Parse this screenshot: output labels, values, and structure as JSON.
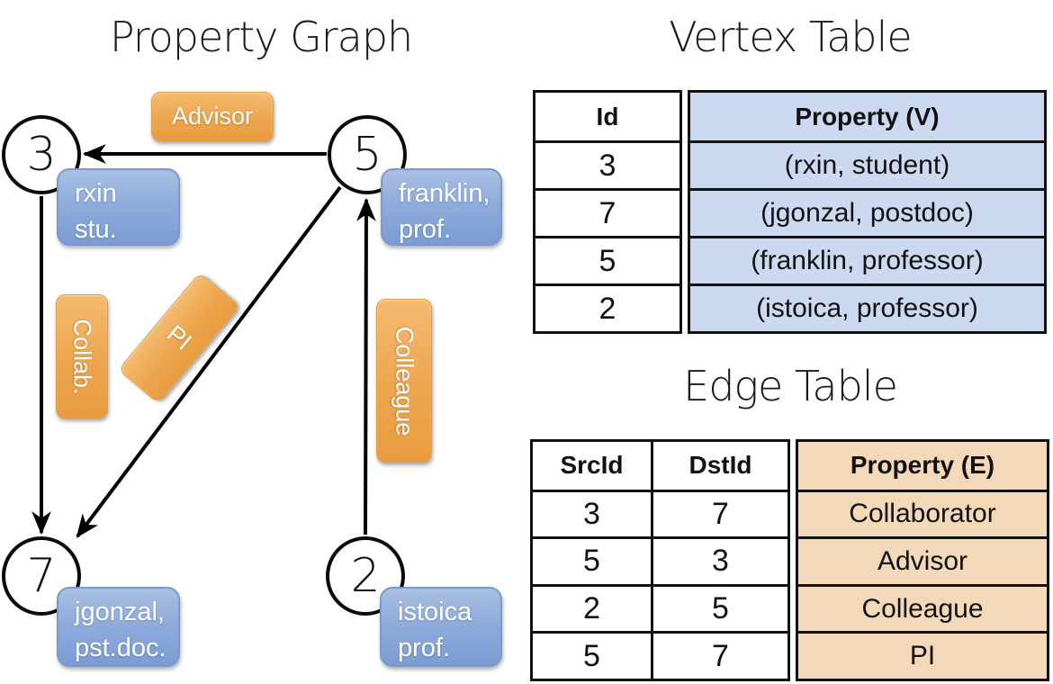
{
  "titles": {
    "graph": "Property Graph",
    "vertex_table": "Vertex Table",
    "edge_table": "Edge Table"
  },
  "graph": {
    "nodes": [
      {
        "id": "3",
        "prop_line1": "rxin",
        "prop_line2": "stu."
      },
      {
        "id": "5",
        "prop_line1": "franklin,",
        "prop_line2": "prof."
      },
      {
        "id": "7",
        "prop_line1": "jgonzal,",
        "prop_line2": "pst.doc."
      },
      {
        "id": "2",
        "prop_line1": "istoica",
        "prop_line2": "prof."
      }
    ],
    "edge_labels": [
      {
        "name": "advisor",
        "label": "Advisor",
        "from": "5",
        "to": "3"
      },
      {
        "name": "collab",
        "label": "Collab.",
        "from": "3",
        "to": "7"
      },
      {
        "name": "pi",
        "label": "PI",
        "from": "5",
        "to": "7"
      },
      {
        "name": "colleague",
        "label": "Colleague",
        "from": "2",
        "to": "5"
      }
    ]
  },
  "vertex_table": {
    "headers": {
      "id": "Id",
      "property": "Property (V)"
    },
    "rows": [
      {
        "id": "3",
        "property": "(rxin, student)"
      },
      {
        "id": "7",
        "property": "(jgonzal, postdoc)"
      },
      {
        "id": "5",
        "property": "(franklin, professor)"
      },
      {
        "id": "2",
        "property": "(istoica, professor)"
      }
    ]
  },
  "edge_table": {
    "headers": {
      "src": "SrcId",
      "dst": "DstId",
      "property": "Property (E)"
    },
    "rows": [
      {
        "src": "3",
        "dst": "7",
        "property": "Collaborator"
      },
      {
        "src": "5",
        "dst": "3",
        "property": "Advisor"
      },
      {
        "src": "2",
        "dst": "5",
        "property": "Colleague"
      },
      {
        "src": "5",
        "dst": "7",
        "property": "PI"
      }
    ]
  },
  "colors": {
    "edge_label_orange": "#eda64e",
    "property_box_blue": "#8facdb",
    "vertex_table_fill": "#cdd9f0",
    "edge_table_fill": "#f3d8ba",
    "line_black": "#000000"
  }
}
